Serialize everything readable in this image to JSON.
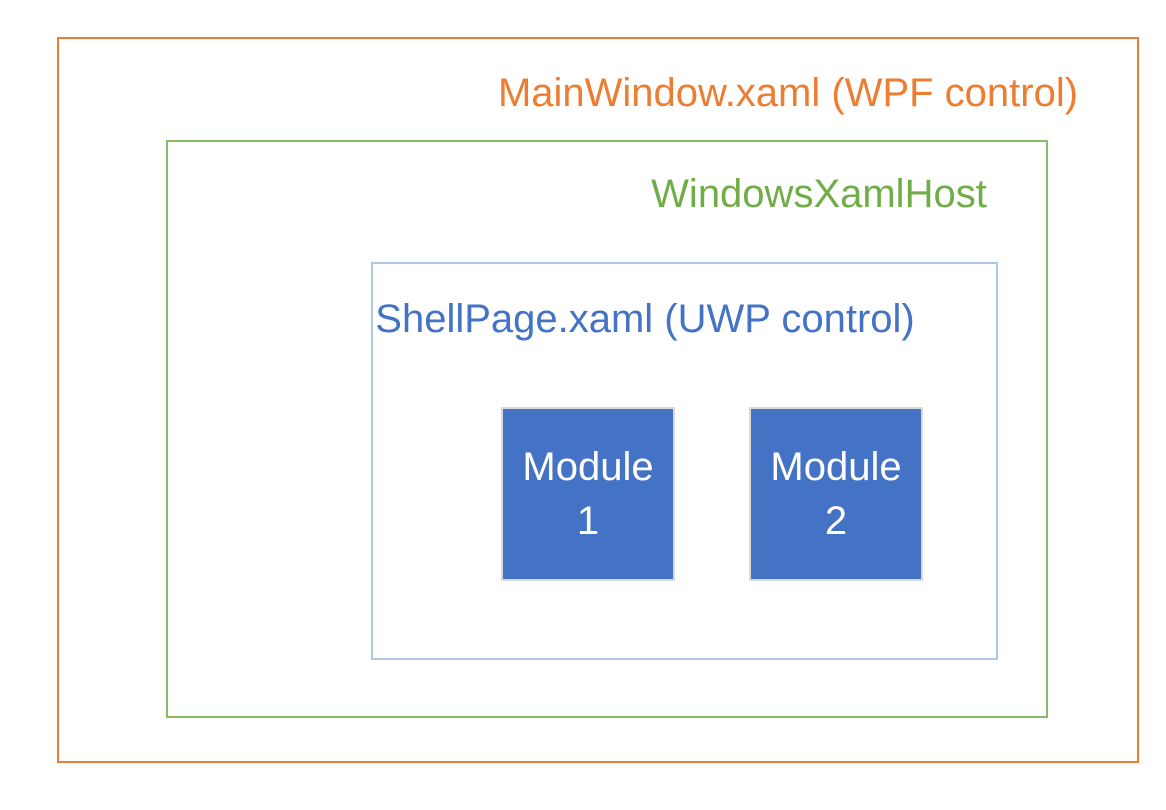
{
  "diagram": {
    "title": "MainWindow.xaml (WPF control)",
    "outer_box": {
      "label": "MainWindow.xaml (WPF control)",
      "border_color": "#ED7D31",
      "text_color": "#ED7D31"
    },
    "host_box": {
      "label": "WindowsXamlHost",
      "border_color": "#87BB66",
      "text_color": "#70AD47"
    },
    "shell_box": {
      "label": "ShellPage.xaml (UWP control)",
      "border_color": "#AFC7E4",
      "text_color": "#4472C4"
    },
    "modules": [
      {
        "line1": "Module",
        "line2": "1",
        "fill_color": "#4472C4",
        "border_color": "#D9D9D9",
        "text_color": "#FFFFFF"
      },
      {
        "line1": "Module",
        "line2": "2",
        "fill_color": "#4472C4",
        "border_color": "#D9D9D9",
        "text_color": "#FFFFFF"
      }
    ]
  }
}
